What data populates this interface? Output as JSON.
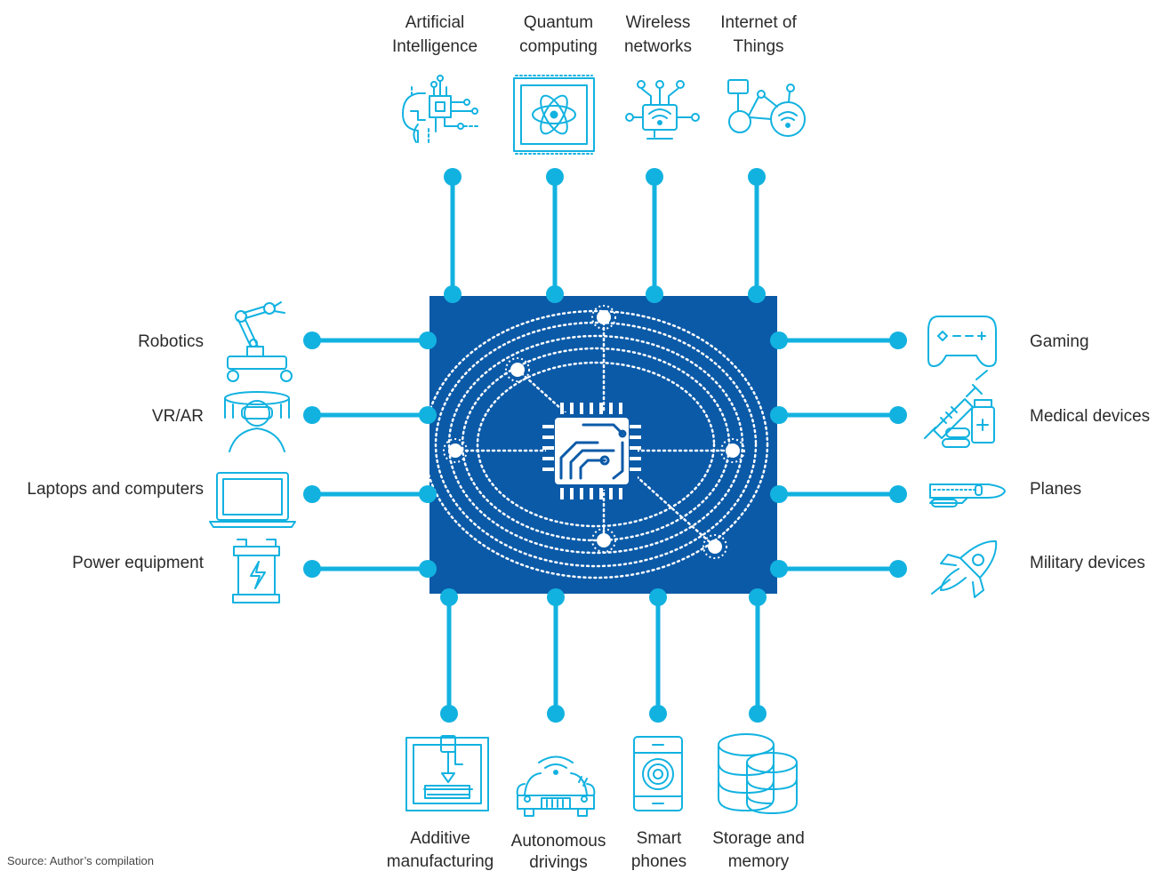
{
  "colors": {
    "accent": "#12b2e0",
    "chip": "#0b5aa8",
    "text": "#2b2b2b"
  },
  "top": [
    {
      "line1": "Artificial",
      "line2": "Intelligence",
      "icon": "ai-head-chip-icon"
    },
    {
      "line1": "Quantum",
      "line2": "computing",
      "icon": "quantum-atom-chip-icon"
    },
    {
      "line1": "Wireless",
      "line2": "networks",
      "icon": "wireless-monitor-icon"
    },
    {
      "line1": "Internet of",
      "line2": "Things",
      "icon": "iot-network-icon"
    }
  ],
  "left": [
    {
      "label": "Robotics",
      "icon": "robot-arm-icon"
    },
    {
      "label": "VR/AR",
      "icon": "vr-headset-icon"
    },
    {
      "label": "Laptops and computers",
      "icon": "laptop-icon"
    },
    {
      "label": "Power equipment",
      "icon": "power-battery-icon"
    }
  ],
  "right": [
    {
      "label": "Gaming",
      "icon": "gamepad-icon"
    },
    {
      "label": "Medical devices",
      "icon": "syringe-medicine-icon"
    },
    {
      "label": "Planes",
      "icon": "plane-icon"
    },
    {
      "label": "Military devices",
      "icon": "rocket-icon"
    }
  ],
  "bottom": [
    {
      "line1": "Additive",
      "line2": "manufacturing",
      "icon": "3d-printer-icon"
    },
    {
      "line1": "Autonomous",
      "line2": "drivings",
      "icon": "autonomous-car-icon"
    },
    {
      "line1": "Smart",
      "line2": "phones",
      "icon": "smartphone-icon"
    },
    {
      "line1": "Storage and",
      "line2": "memory",
      "icon": "database-icon"
    }
  ],
  "source": "Source: Author’s compilation"
}
